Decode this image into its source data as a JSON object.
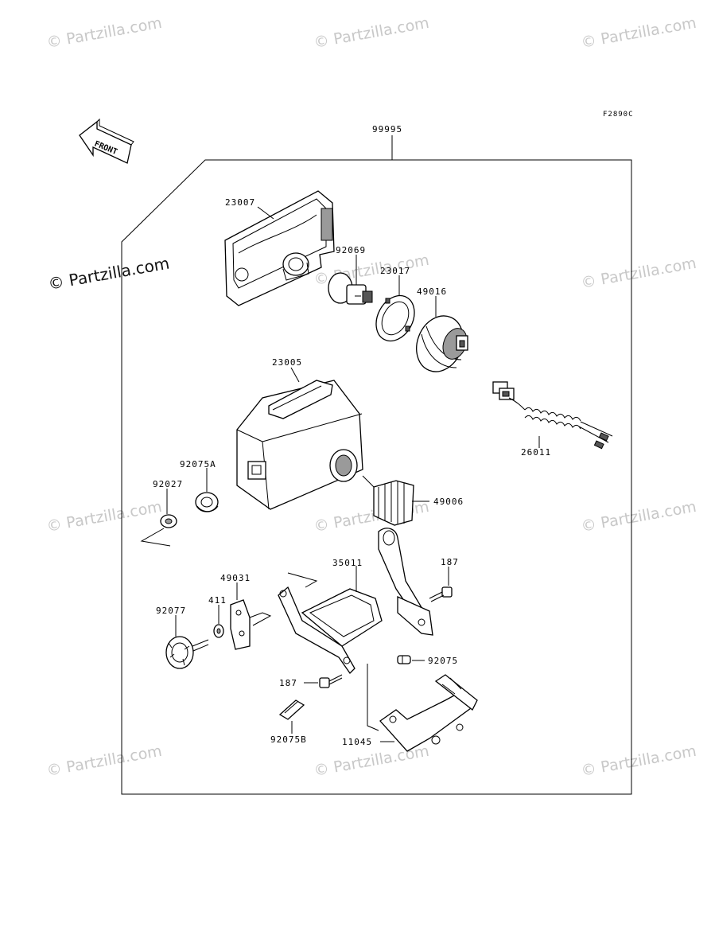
{
  "watermark": {
    "text": "© Partzilla.com",
    "prominent_text": "© Partzilla.com"
  },
  "diagram": {
    "code": "F2890C",
    "front_label": "FRONT",
    "assembly_label": "99995",
    "parts": [
      {
        "id": "23007"
      },
      {
        "id": "92069"
      },
      {
        "id": "23017"
      },
      {
        "id": "49016"
      },
      {
        "id": "23005"
      },
      {
        "id": "26011"
      },
      {
        "id": "92075A"
      },
      {
        "id": "92027"
      },
      {
        "id": "49006"
      },
      {
        "id": "49031"
      },
      {
        "id": "35011"
      },
      {
        "id": "187"
      },
      {
        "id": "411"
      },
      {
        "id": "92077"
      },
      {
        "id": "92075"
      },
      {
        "id": "187"
      },
      {
        "id": "92075B"
      },
      {
        "id": "11045"
      }
    ]
  }
}
